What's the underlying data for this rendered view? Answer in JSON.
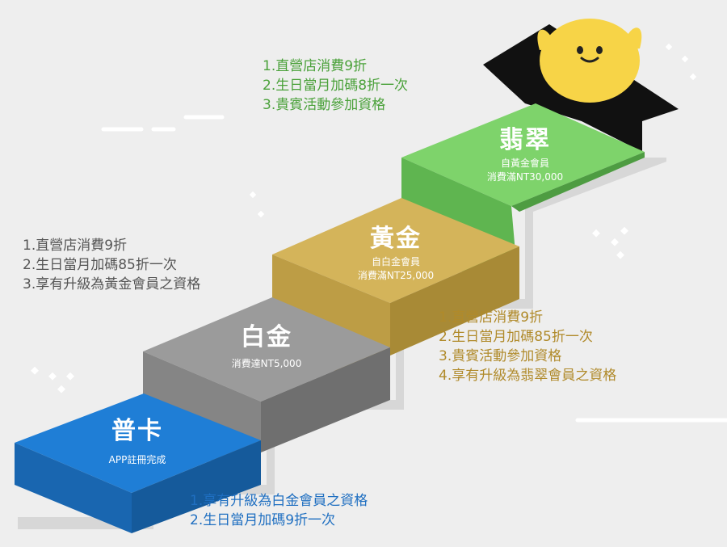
{
  "colors": {
    "background": "#eeeeee",
    "regular": "#1f7ed6",
    "platinum": "#9b9b9b",
    "gold": "#d4b45a",
    "jade": "#7ed36b",
    "benefit_green": "#4aa13a",
    "benefit_gray": "#555555",
    "benefit_gold": "#b08a2a",
    "benefit_blue": "#1f6fc1",
    "mascot": "#f7d447",
    "roof": "#111111"
  },
  "tiers": [
    {
      "name": "普卡",
      "condition": [
        "APP註冊完成"
      ]
    },
    {
      "name": "白金",
      "condition": [
        "消費達NT5,000"
      ]
    },
    {
      "name": "黃金",
      "condition": [
        "自白金會員",
        "消費滿NT25,000"
      ]
    },
    {
      "name": "翡翠",
      "condition": [
        "自黃金會員",
        "消費滿NT30,000"
      ]
    }
  ],
  "benefits": {
    "regular": [
      "1.享有升級為白金會員之資格",
      "2.生日當月加碼9折一次"
    ],
    "platinum": [
      "1.直營店消費9折",
      "2.生日當月加碼85折一次",
      "3.享有升級為黃金會員之資格"
    ],
    "gold": [
      "1.直營店消費9折",
      "2.生日當月加碼85折一次",
      "3.貴賓活動參加資格",
      "4.享有升級為翡翠會員之資格"
    ],
    "jade": [
      "1.直營店消費9折",
      "2.生日當月加碼8折一次",
      "3.貴賓活動參加資格"
    ]
  },
  "mascot_icon": "cheering-face-mascot",
  "roof_icon": "house-roof"
}
